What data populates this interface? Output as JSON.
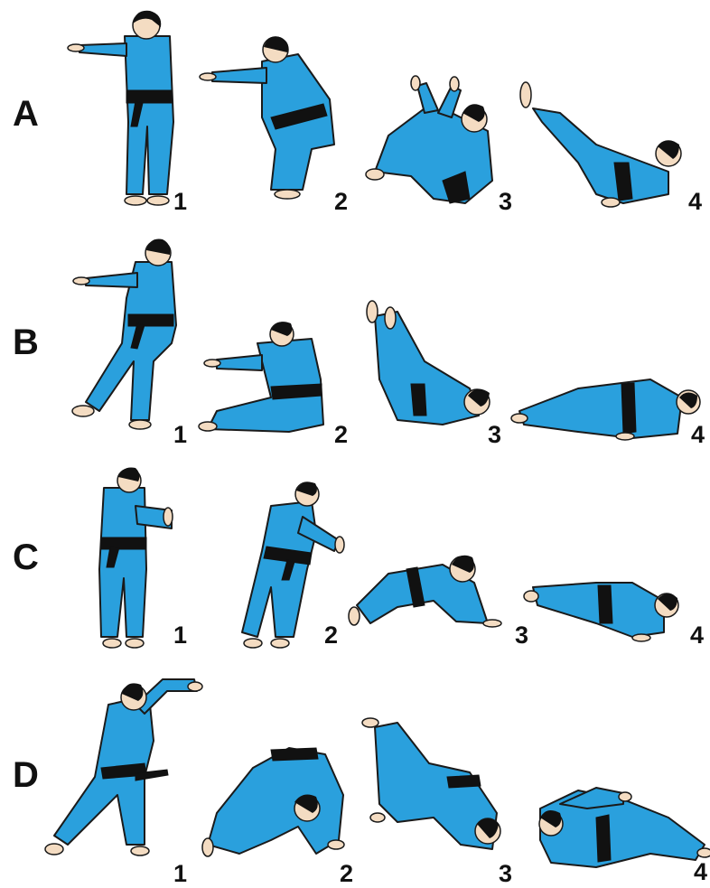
{
  "colors": {
    "gi": "#2aa0dd",
    "belt": "#111111",
    "outline": "#1a1a1a",
    "skin": "#f4dcc2",
    "hair": "#111111"
  },
  "rows": [
    {
      "letter": "A",
      "steps": [
        "1",
        "2",
        "3",
        "4"
      ]
    },
    {
      "letter": "B",
      "steps": [
        "1",
        "2",
        "3",
        "4"
      ]
    },
    {
      "letter": "C",
      "steps": [
        "1",
        "2",
        "3",
        "4"
      ]
    },
    {
      "letter": "D",
      "steps": [
        "1",
        "2",
        "3",
        "4"
      ]
    }
  ]
}
